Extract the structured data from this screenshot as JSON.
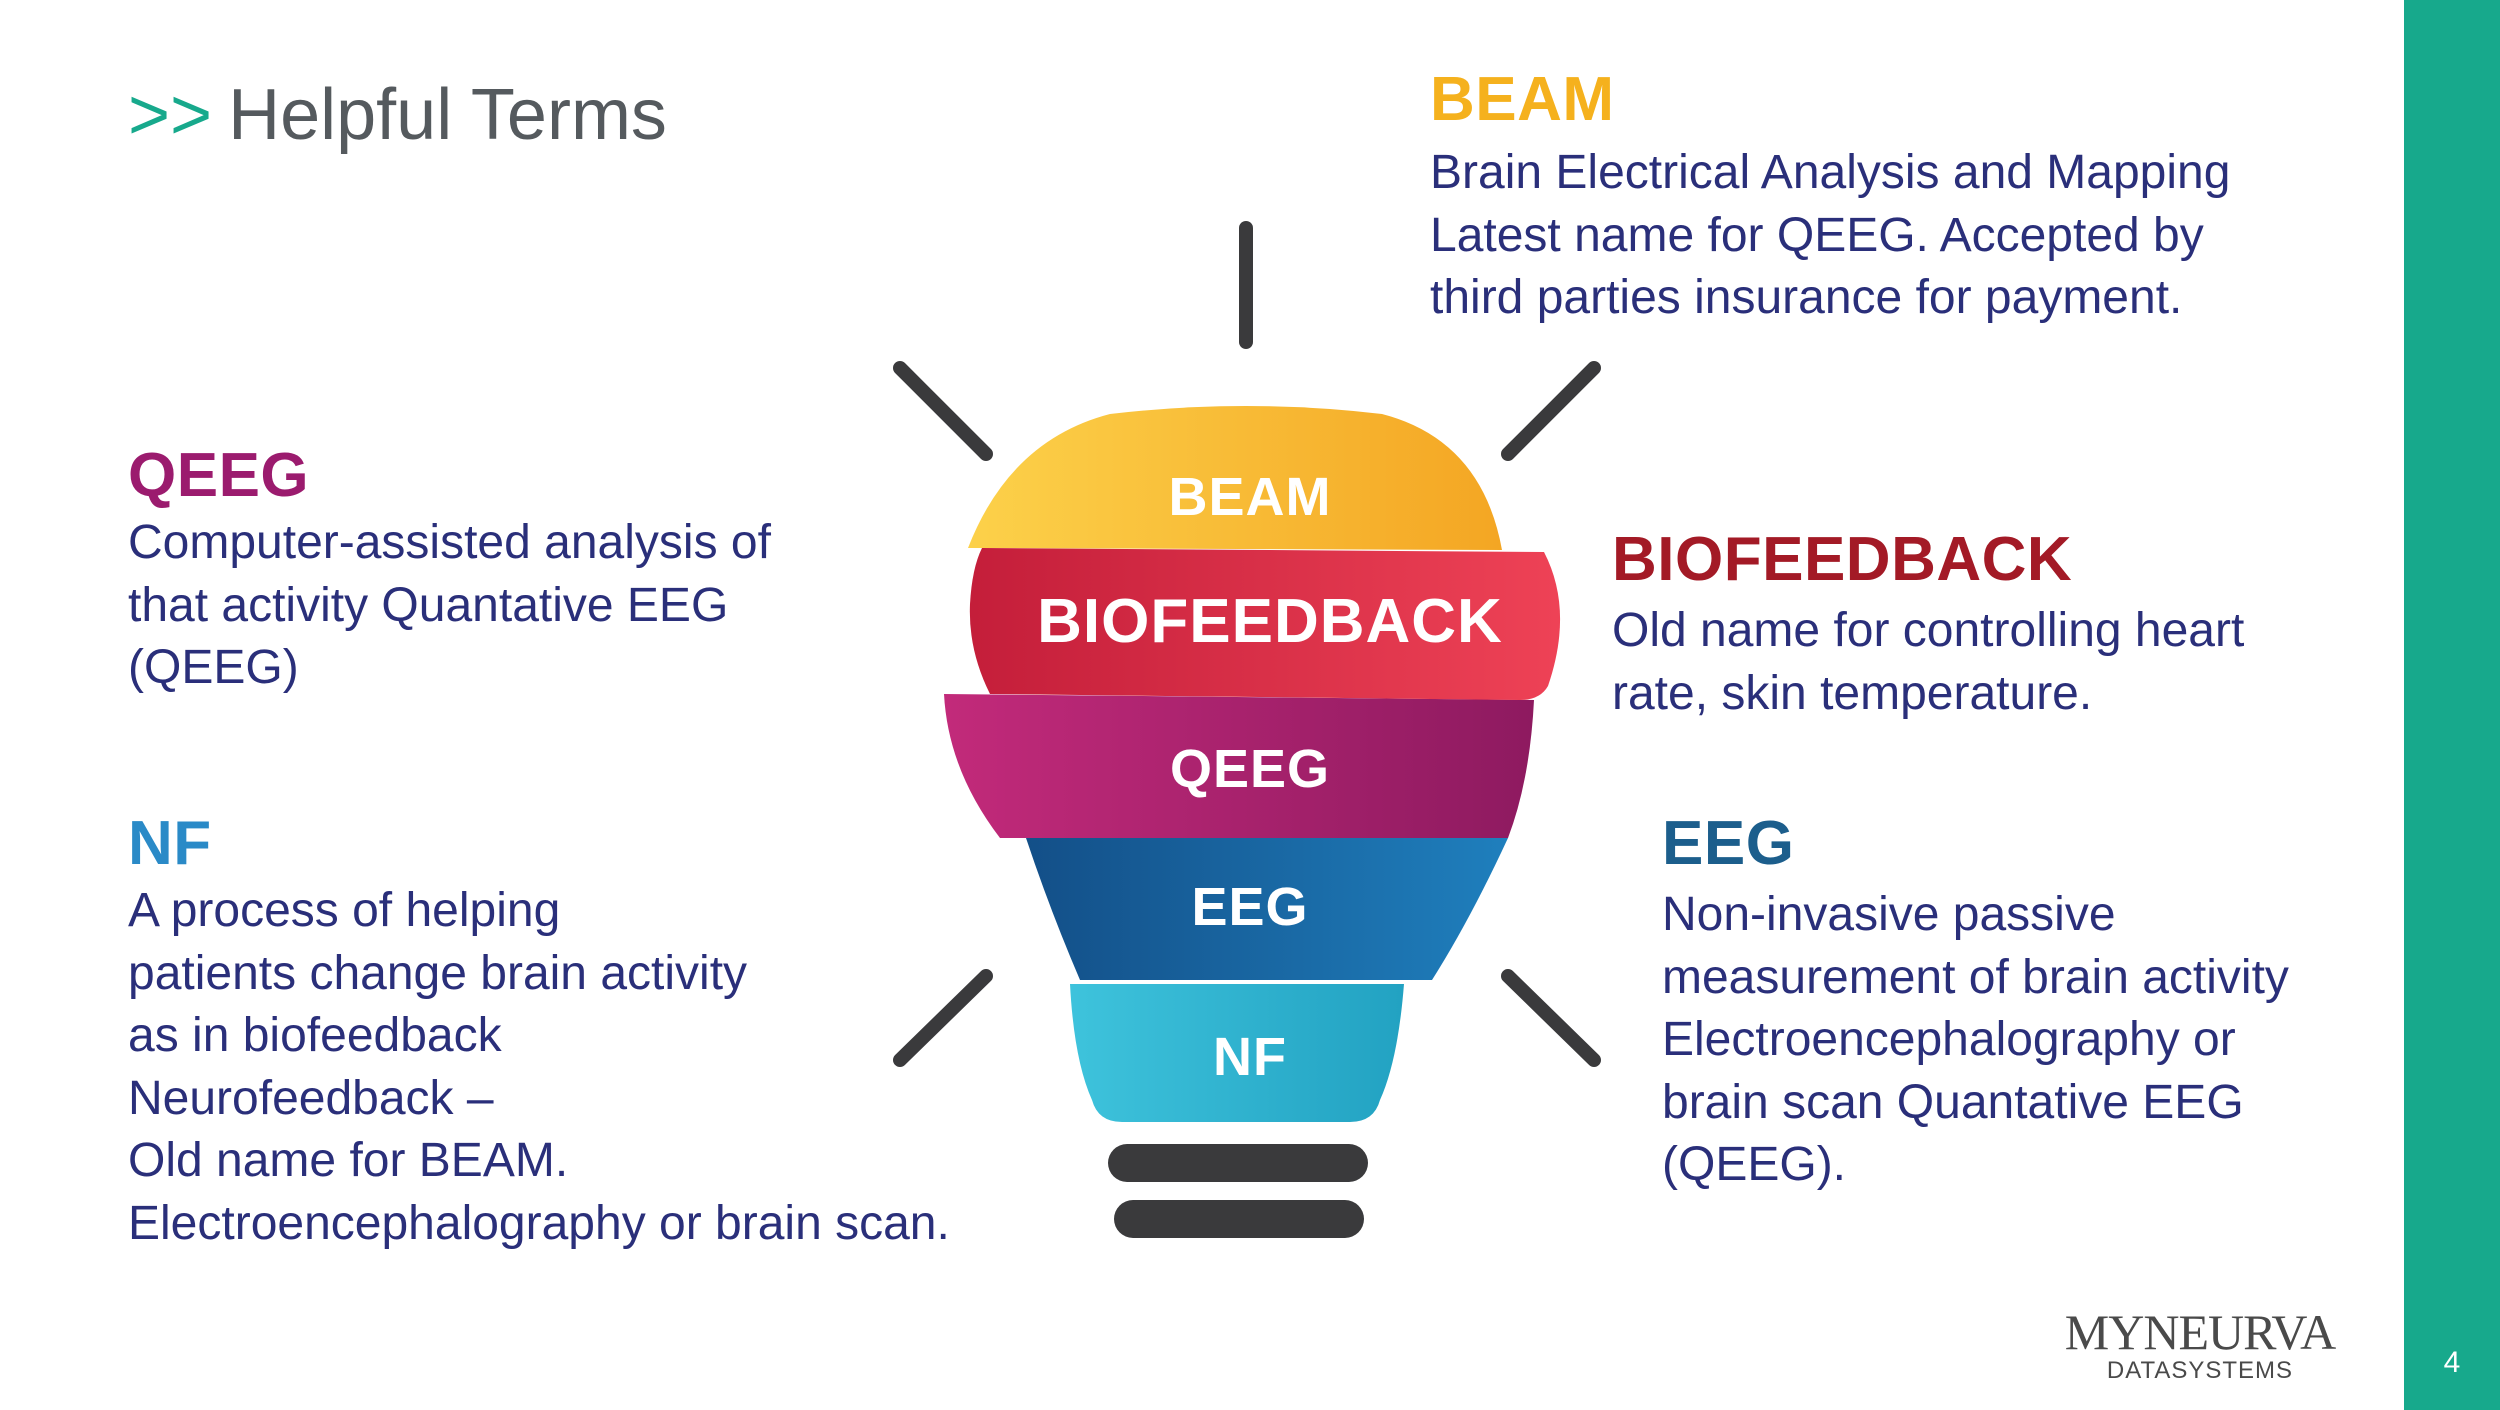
{
  "title": {
    "arrows": ">>",
    "text": "Helpful Terms"
  },
  "terms": {
    "beam": {
      "heading": "BEAM",
      "lines": [
        "Brain Electrical Analysis and Mapping",
        "Latest name for QEEG. Accepted by",
        "third parties insurance for payment."
      ]
    },
    "qeeg": {
      "heading": "QEEG",
      "lines": [
        "Computer-assisted analysis of",
        "that activity Quantative EEG",
        "(QEEG)"
      ]
    },
    "biofeedback": {
      "heading": "BIOFEEDBACK",
      "lines": [
        "Old name for controlling heart",
        "rate, skin temperature."
      ]
    },
    "nf": {
      "heading": "NF",
      "lines": [
        "A process of helping",
        "patients change brain activity",
        "as in biofeedback",
        "Neurofeedback –",
        "Old name for BEAM.",
        "Electroencephalography or brain scan."
      ]
    },
    "eeg": {
      "heading": "EEG",
      "lines": [
        "Non-invasive passive",
        "measurement of brain activity",
        "Electroencephalography or",
        "brain scan Quantative EEG",
        "(QEEG)."
      ]
    }
  },
  "bulb": {
    "labels": {
      "beam": "BEAM",
      "biofeedback": "BIOFEEDBACK",
      "qeeg": "QEEG",
      "eeg": "EEG",
      "nf": "NF"
    },
    "colors": {
      "beam": "#f7b52c",
      "biofeedback": "#e23347",
      "qeeg": "#b2206f",
      "eeg": "#1868a4",
      "nf": "#2fb3cf",
      "rays": "#3a3a3c",
      "base": "#3a3a3c"
    }
  },
  "logo": {
    "main": "MYNEURVA",
    "sub": "DATASYSTEMS"
  },
  "page_number": "4",
  "accent_color": "#17a98c"
}
